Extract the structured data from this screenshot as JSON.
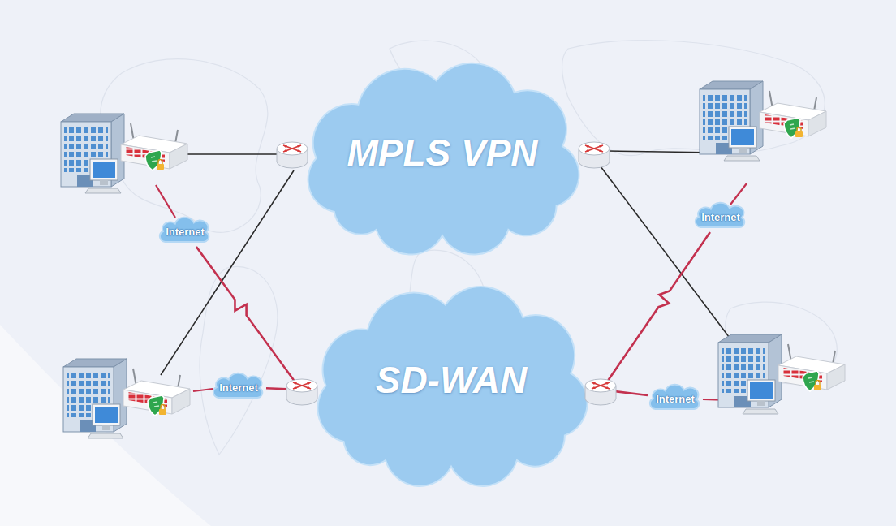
{
  "diagram": {
    "nodes": [
      {
        "text": [
          "MPLS VPN"
        ]
      },
      {
        "text": [
          "Internet"
        ]
      },
      {
        "text": [
          "Internet"
        ]
      },
      {
        "text": [
          "SD-WAN"
        ]
      },
      {
        "text": [
          "Internet"
        ]
      },
      {
        "text": [
          "Internet"
        ]
      }
    ],
    "edges": [
      {
        "from": 1,
        "to": 3,
        "arrow": "none"
      },
      {
        "from": 2,
        "to": 3,
        "arrow": "none"
      },
      {
        "from": 4,
        "to": 3,
        "arrow": "none"
      },
      {
        "from": 5,
        "to": 3,
        "arrow": "none"
      }
    ]
  }
}
